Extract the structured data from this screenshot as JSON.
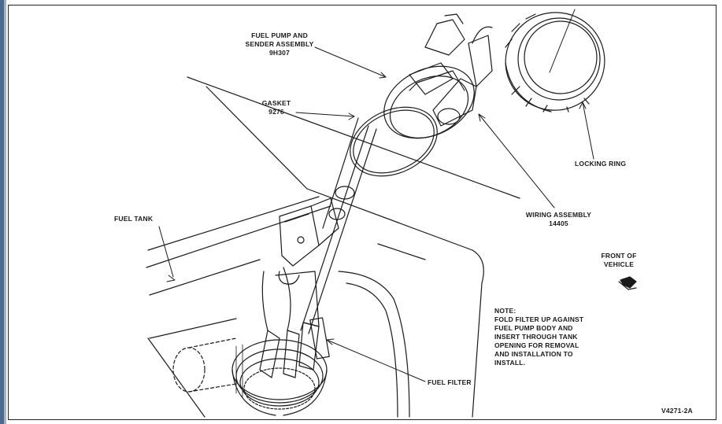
{
  "labels": {
    "fuel_pump_assembly": "FUEL PUMP AND\nSENDER ASSEMBLY\n9H307",
    "gasket": "GASKET\n9276",
    "locking_ring": "LOCKING RING",
    "fuel_tank": "FUEL TANK",
    "wiring_assembly": "WIRING ASSEMBLY\n14405",
    "front_of_vehicle": "FRONT OF\nVEHICLE",
    "note": "NOTE:\nFOLD FILTER UP AGAINST\nFUEL PUMP BODY AND\nINSERT THROUGH TANK\nOPENING FOR REMOVAL\nAND INSTALLATION TO\nINSTALL.",
    "fuel_filter": "FUEL FILTER",
    "figure_code": "V4271-2A"
  },
  "colors": {
    "ink": "#1a1a1a",
    "window_edge": "#4a6a8f"
  }
}
